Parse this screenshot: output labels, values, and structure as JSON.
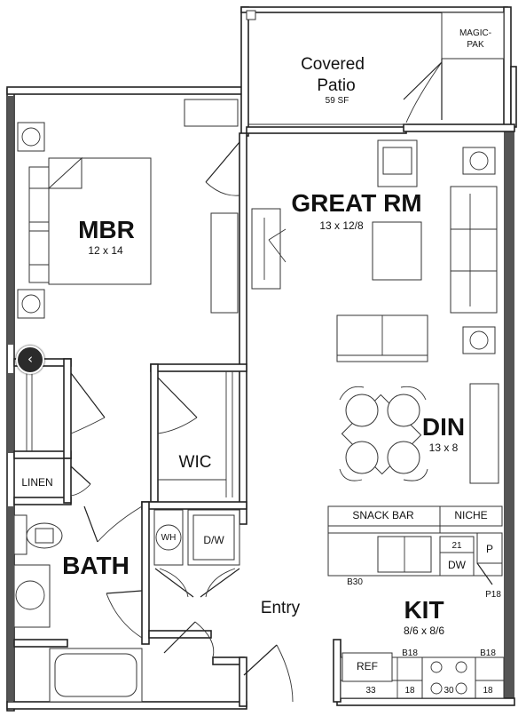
{
  "rooms": {
    "patio": {
      "name_line1": "Covered",
      "name_line2": "Patio",
      "size": "59 SF"
    },
    "magic_pak": {
      "line1": "MAGIC-",
      "line2": "PAK"
    },
    "great_room": {
      "name": "GREAT RM",
      "size": "13 x 12/8"
    },
    "mbr": {
      "name": "MBR",
      "size": "12 x 14"
    },
    "wic": {
      "name": "WIC"
    },
    "linen": {
      "name": "LINEN"
    },
    "din": {
      "name": "DIN",
      "size": "13 x 8"
    },
    "bath": {
      "name": "BATH"
    },
    "entry": {
      "name": "Entry"
    },
    "kit": {
      "name": "KIT",
      "size": "8/6 x 8/6"
    }
  },
  "fixtures": {
    "snack_bar": "SNACK BAR",
    "niche": "NICHE",
    "wh": "WH",
    "dw_closet": "D/W",
    "dw_kitchen": "DW",
    "cab_21": "21",
    "pantry": "P",
    "p18": "P18",
    "b30": "B30",
    "ref": "REF",
    "b18_left": "B18",
    "b18_right": "B18",
    "base_33": "33",
    "base_18_left": "18",
    "base_30": "30",
    "base_18_right": "18"
  },
  "navigation": {
    "prev_icon": "‹"
  }
}
